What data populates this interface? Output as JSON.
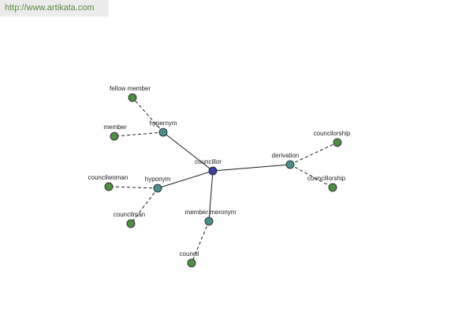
{
  "banner": {
    "url": "http://www.artikata.com"
  },
  "graph": {
    "colors": {
      "center": "#3a3fa0",
      "relation": "#4a8f8a",
      "word": "#4f8f43",
      "stroke": "#1a1a1a"
    },
    "nodes": [
      {
        "id": "councillor",
        "label": "councillor",
        "kind": "center"
      },
      {
        "id": "hypernym",
        "label": "hypernym",
        "kind": "relation"
      },
      {
        "id": "hyponym",
        "label": "hyponym",
        "kind": "relation"
      },
      {
        "id": "member_meronym",
        "label": "member meronym",
        "kind": "relation"
      },
      {
        "id": "derivation",
        "label": "derivation",
        "kind": "relation"
      },
      {
        "id": "fellow_member",
        "label": "fellow member",
        "kind": "word"
      },
      {
        "id": "member",
        "label": "member",
        "kind": "word"
      },
      {
        "id": "councilwoman",
        "label": "councilwoman",
        "kind": "word"
      },
      {
        "id": "councilman",
        "label": "councilman",
        "kind": "word"
      },
      {
        "id": "council",
        "label": "council",
        "kind": "word"
      },
      {
        "id": "councilorship",
        "label": "councilorship",
        "kind": "word"
      },
      {
        "id": "councillorship",
        "label": "councillorship",
        "kind": "word"
      }
    ],
    "edges": [
      {
        "from": "councillor",
        "to": "hypernym",
        "style": "solid"
      },
      {
        "from": "councillor",
        "to": "hyponym",
        "style": "solid"
      },
      {
        "from": "councillor",
        "to": "member_meronym",
        "style": "solid"
      },
      {
        "from": "councillor",
        "to": "derivation",
        "style": "solid"
      },
      {
        "from": "hypernym",
        "to": "fellow_member",
        "style": "dashed"
      },
      {
        "from": "hypernym",
        "to": "member",
        "style": "dashed"
      },
      {
        "from": "hyponym",
        "to": "councilwoman",
        "style": "dashed"
      },
      {
        "from": "hyponym",
        "to": "councilman",
        "style": "dashed"
      },
      {
        "from": "member_meronym",
        "to": "council",
        "style": "dashed"
      },
      {
        "from": "derivation",
        "to": "councilorship",
        "style": "dashed"
      },
      {
        "from": "derivation",
        "to": "councillorship",
        "style": "dashed"
      }
    ]
  }
}
